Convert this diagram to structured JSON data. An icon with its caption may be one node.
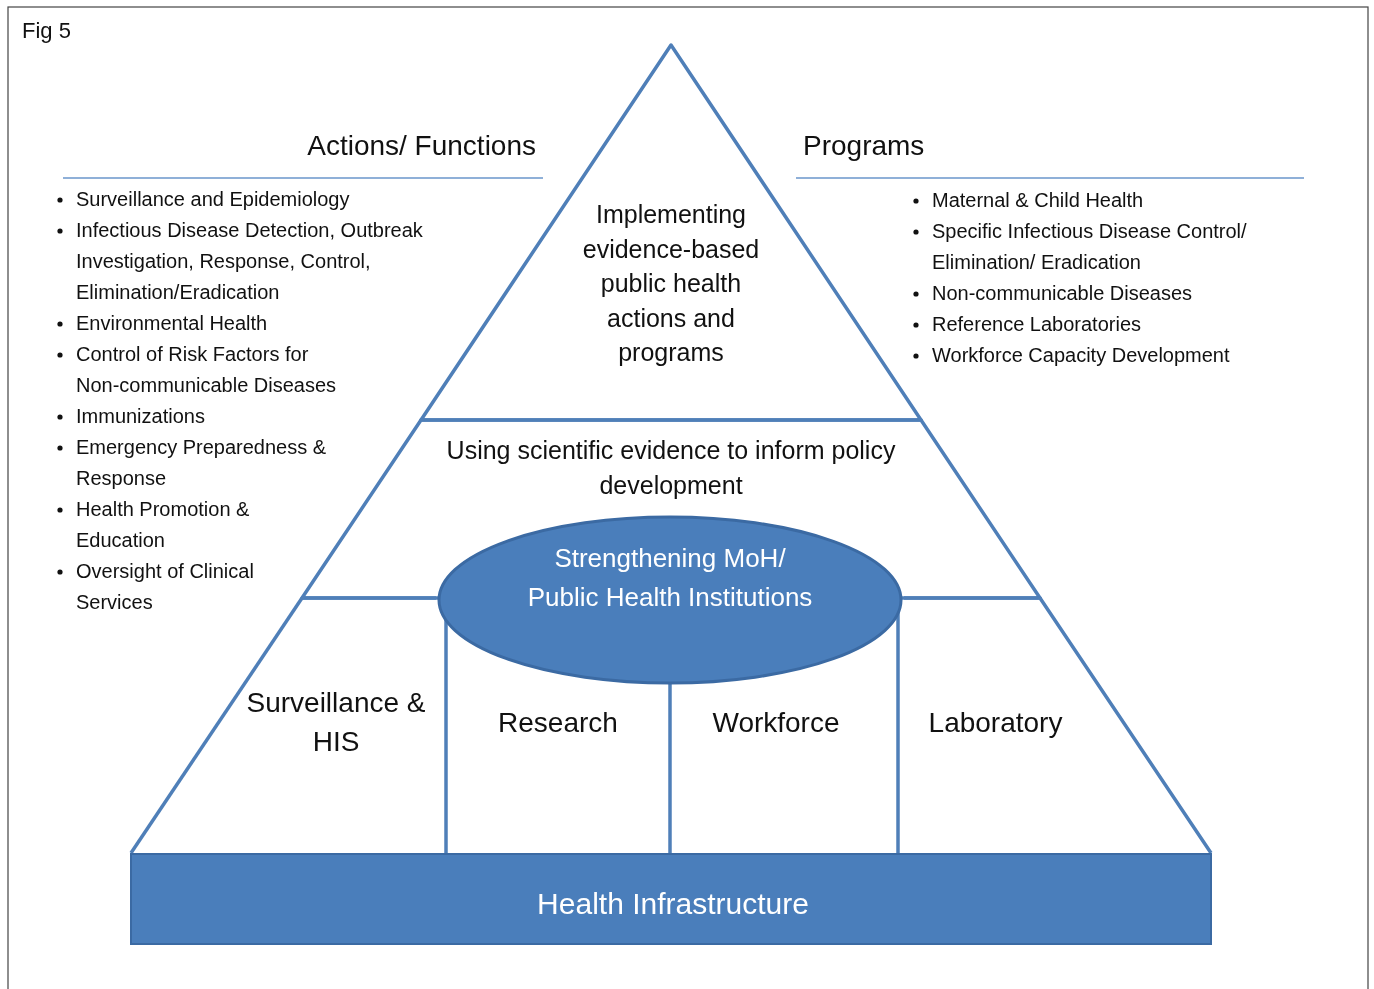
{
  "diagram": {
    "title": "Fig 5",
    "nodes": [
      {
        "text": [
          "Implementing evidence-based public health actions and programs"
        ]
      },
      {
        "text": [
          "Using scientific evidence to inform policy development"
        ]
      },
      {
        "text": [
          "Strengthening MoH/ Public Health Institutions"
        ]
      },
      {
        "text": [
          "Surveillance & HIS"
        ]
      },
      {
        "text": [
          "Research"
        ]
      },
      {
        "text": [
          "Workforce"
        ]
      },
      {
        "text": [
          "Laboratory"
        ]
      },
      {
        "text": [
          "Health Infrastructure"
        ]
      }
    ],
    "edges": [],
    "labels": [
      "Actions/ Functions",
      "Surveillance and Epidemiology",
      "Infectious Disease Detection, Outbreak Investigation, Response, Control, Elimination/Eradication",
      "Environmental Health",
      "Control of Risk Factors for Non-communicable Diseases",
      "Immunizations",
      "Emergency Preparedness & Response",
      "Health Promotion & Education",
      "Oversight of Clinical Services",
      "Programs",
      "Maternal & Child Health",
      "Specific Infectious Disease Control/ Elimination/ Eradication",
      "Non-communicable Diseases",
      "Reference Laboratories",
      "Workforce Capacity Development"
    ]
  }
}
